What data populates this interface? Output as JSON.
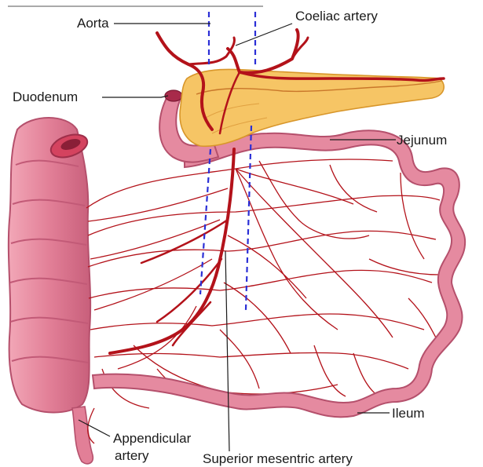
{
  "labels": {
    "aorta": "Aorta",
    "coeliac_artery": "Coeliac artery",
    "duodenum": "Duodenum",
    "jejunum": "Jejunum",
    "ileum": "Ileum",
    "appendicular_artery_line1": "Appendicular",
    "appendicular_artery_line2": "artery",
    "superior_mesentric_artery": "Superior mesentric artery"
  },
  "colors": {
    "intestine": "#e58aa0",
    "intestine_edge": "#b5506c",
    "pancreas": "#f6c565",
    "artery": "#b3121a",
    "guide_dash": "#2b2fd6"
  }
}
